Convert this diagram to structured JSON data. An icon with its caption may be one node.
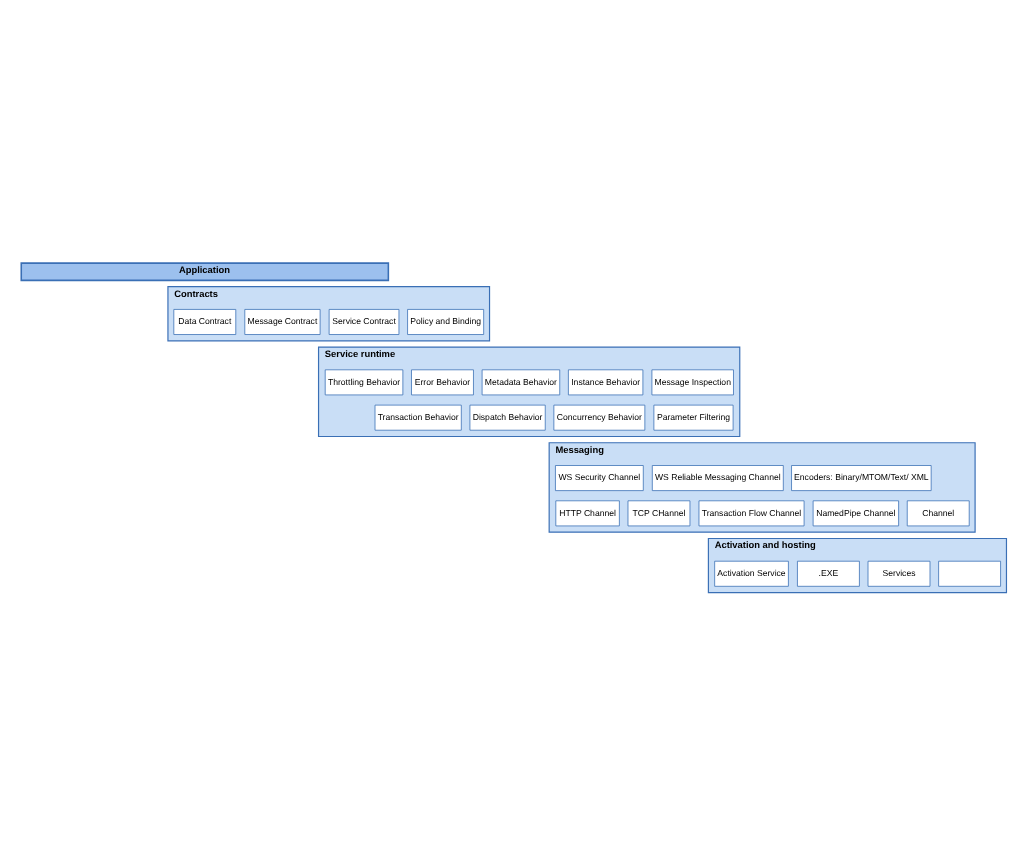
{
  "diagram": {
    "nodes": [
      {
        "text": [
          "Application"
        ]
      },
      {
        "text": [
          "Contracts"
        ]
      },
      {
        "text": [
          "Data Contract"
        ],
        "in": 1
      },
      {
        "text": [
          "Message Contract"
        ],
        "in": 1
      },
      {
        "text": [
          "Service Contract"
        ],
        "in": 1
      },
      {
        "text": [
          "Policy and Binding"
        ],
        "in": 1
      },
      {
        "text": [
          "Service runtime"
        ]
      },
      {
        "text": [
          "Throttling Behavior"
        ],
        "in": 6
      },
      {
        "text": [
          "Error Behavior"
        ],
        "in": 6
      },
      {
        "text": [
          "Metadata Behavior"
        ],
        "in": 6
      },
      {
        "text": [
          "Instance Behavior"
        ],
        "in": 6
      },
      {
        "text": [
          "Message Inspection"
        ],
        "in": 6
      },
      {
        "text": [
          "Transaction Behavior"
        ],
        "in": 6
      },
      {
        "text": [
          "Dispatch Behavior"
        ],
        "in": 6
      },
      {
        "text": [
          "Concurrency Behavior"
        ],
        "in": 6
      },
      {
        "text": [
          "Parameter Filtering"
        ],
        "in": 6
      },
      {
        "text": [
          "Messaging"
        ]
      },
      {
        "text": [
          "WS Security Channel"
        ],
        "in": 16
      },
      {
        "text": [
          "WS Reliable Messaging Channel"
        ],
        "in": 16
      },
      {
        "text": [
          "Encoders: Binary/MTOM/Text/ XML"
        ],
        "in": 16
      },
      {
        "text": [
          "HTTP Channel"
        ],
        "in": 16
      },
      {
        "text": [
          "TCP CHannel"
        ],
        "in": 16
      },
      {
        "text": [
          "Transaction Flow Channel"
        ],
        "in": 16
      },
      {
        "text": [
          "NamedPipe Channel"
        ],
        "in": 16
      },
      {
        "text": [
          "Channel"
        ],
        "in": 16
      },
      {
        "text": [
          "Activation and hosting"
        ]
      },
      {
        "text": [
          "Activation Service"
        ],
        "in": 25
      },
      {
        "text": [
          ".EXE"
        ],
        "in": 25
      },
      {
        "text": [
          "Services"
        ],
        "in": 25
      },
      {
        "text": [],
        "shape": "box",
        "in": 25
      }
    ]
  }
}
